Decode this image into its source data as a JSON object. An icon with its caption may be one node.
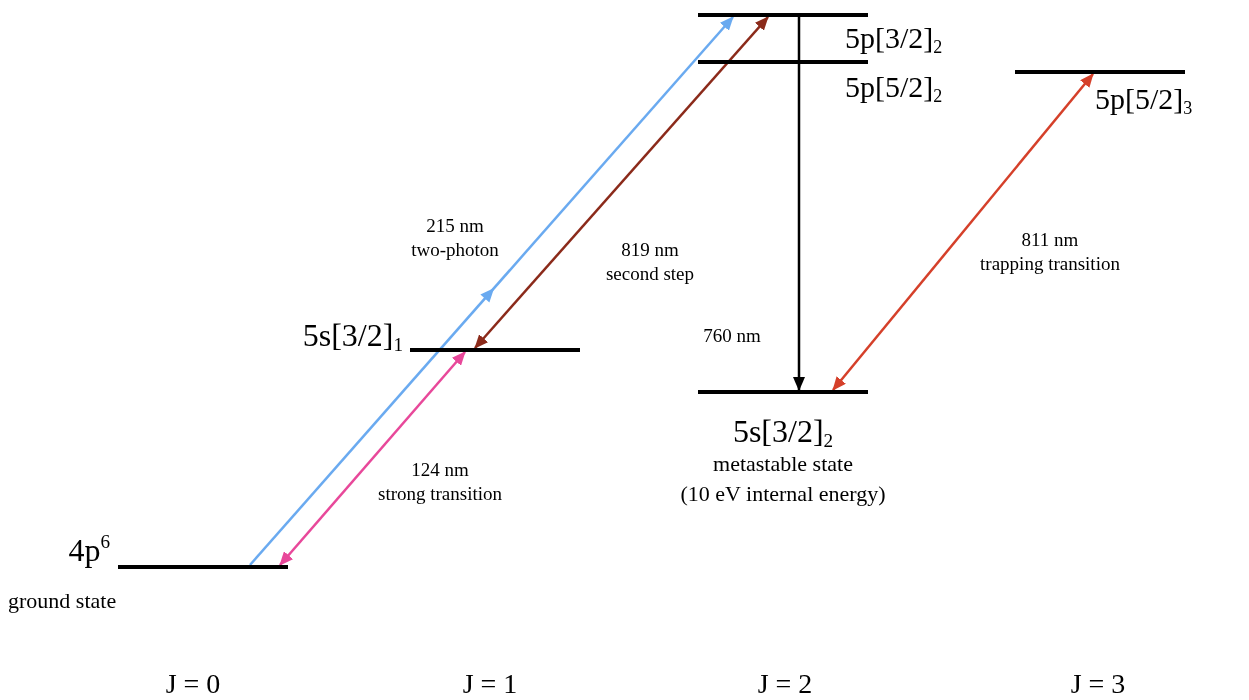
{
  "diagram": {
    "nodes": [
      {
        "text": [
          "4p$^{6}$",
          "ground state"
        ]
      },
      {
        "text": [
          "5s[3/2]$_{1}$"
        ]
      },
      {
        "text": [
          "5p[3/2]$_{2}$"
        ]
      },
      {
        "text": [
          "5p[5/2]$_{2}$"
        ]
      },
      {
        "text": [
          "5s[3/2]$_{2}$",
          "metastable state",
          "(10 eV internal energy)"
        ]
      },
      {
        "text": [
          "5p[5/2]$_{3}$"
        ]
      }
    ],
    "edges": [
      {
        "from": 0,
        "to": 2,
        "arrow": "to",
        "label": "215 nm two-photon",
        "color": "#6aaaf0"
      },
      {
        "from": 1,
        "to": 2,
        "arrow": "both",
        "label": "819 nm second step",
        "color": "#8b2a1a"
      },
      {
        "from": 0,
        "to": 1,
        "arrow": "both",
        "label": "124 nm strong transition",
        "color": "#e8489a"
      },
      {
        "from": 2,
        "to": 4,
        "arrow": "to",
        "label": "760 nm",
        "color": "#000000"
      },
      {
        "from": 5,
        "to": 4,
        "arrow": "both",
        "label": "811 nm trapping transition",
        "color": "#d5402a"
      }
    ],
    "labels": [
      "J = 0",
      "J = 1",
      "J = 2",
      "J = 3"
    ]
  }
}
